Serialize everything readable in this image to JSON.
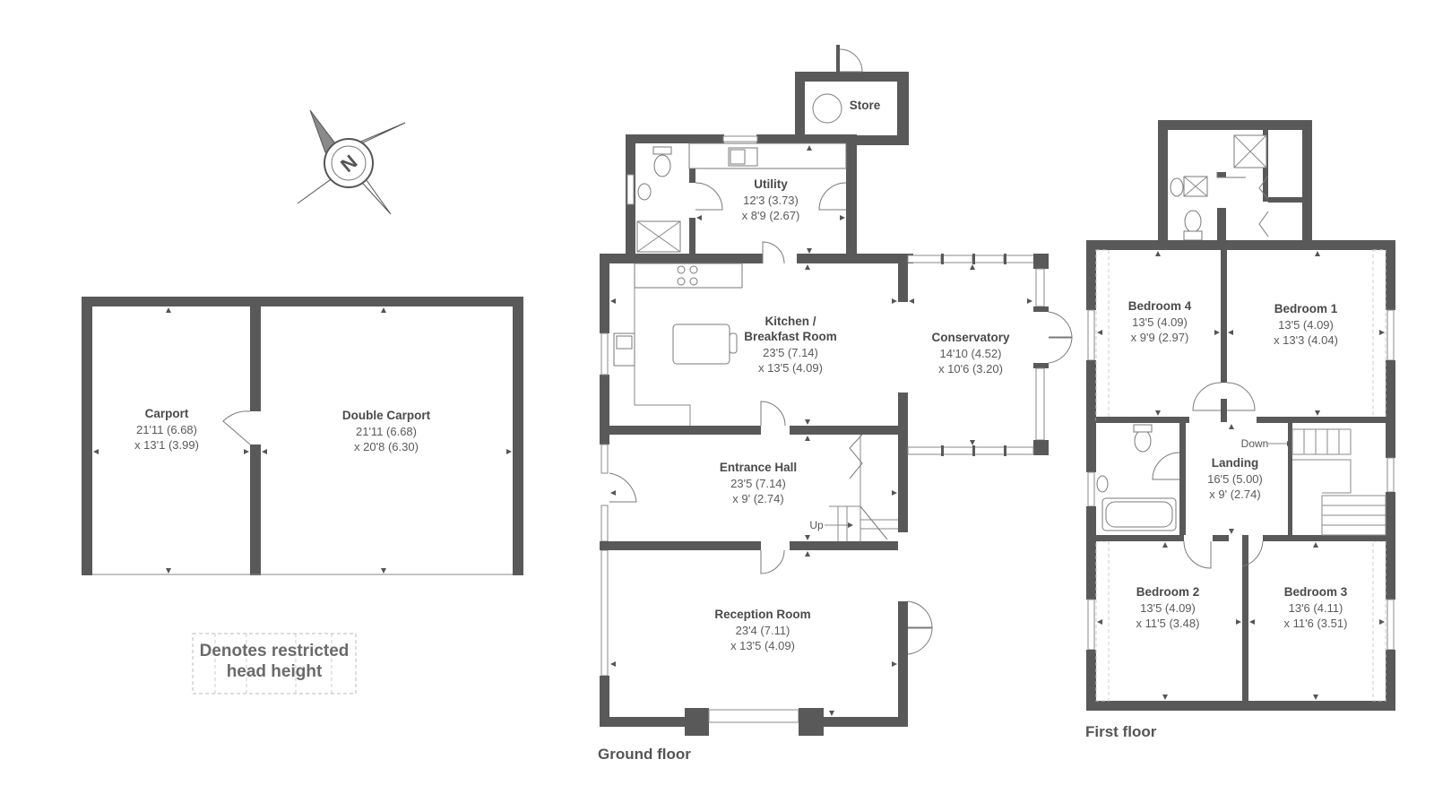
{
  "outbuilding": {
    "carport": {
      "name": "Carport",
      "dim1": "21'11 (6.68)",
      "dim2": "x 13'1 (3.99)"
    },
    "double_carport": {
      "name": "Double Carport",
      "dim1": "21'11 (6.68)",
      "dim2": "x 20'8 (6.30)"
    }
  },
  "legend": {
    "line1": "Denotes restricted",
    "line2": "head height"
  },
  "compass": {
    "label": "N"
  },
  "ground_floor": {
    "label": "Ground floor",
    "store": {
      "name": "Store"
    },
    "utility": {
      "name": "Utility",
      "dim1": "12'3 (3.73)",
      "dim2": "x 8'9 (2.67)"
    },
    "kitchen": {
      "name1": "Kitchen /",
      "name2": "Breakfast Room",
      "dim1": "23'5 (7.14)",
      "dim2": "x 13'5 (4.09)"
    },
    "conservatory": {
      "name": "Conservatory",
      "dim1": "14'10 (4.52)",
      "dim2": "x 10'6 (3.20)"
    },
    "entrance_hall": {
      "name": "Entrance Hall",
      "dim1": "23'5 (7.14)",
      "dim2": "x 9' (2.74)"
    },
    "stairs_up": "Up",
    "reception": {
      "name": "Reception Room",
      "dim1": "23'4 (7.11)",
      "dim2": "x 13'5 (4.09)"
    }
  },
  "first_floor": {
    "label": "First floor",
    "bedroom4": {
      "name": "Bedroom 4",
      "dim1": "13'5 (4.09)",
      "dim2": "x 9'9 (2.97)"
    },
    "bedroom1": {
      "name": "Bedroom 1",
      "dim1": "13'5 (4.09)",
      "dim2": "x 13'3 (4.04)"
    },
    "landing": {
      "name": "Landing",
      "dim1": "16'5 (5.00)",
      "dim2": "x 9' (2.74)"
    },
    "stairs_down": "Down",
    "bedroom2": {
      "name": "Bedroom 2",
      "dim1": "13'5 (4.09)",
      "dim2": "x 11'5 (3.48)"
    },
    "bedroom3": {
      "name": "Bedroom 3",
      "dim1": "13'6 (4.11)",
      "dim2": "x 11'6 (3.51)"
    }
  }
}
